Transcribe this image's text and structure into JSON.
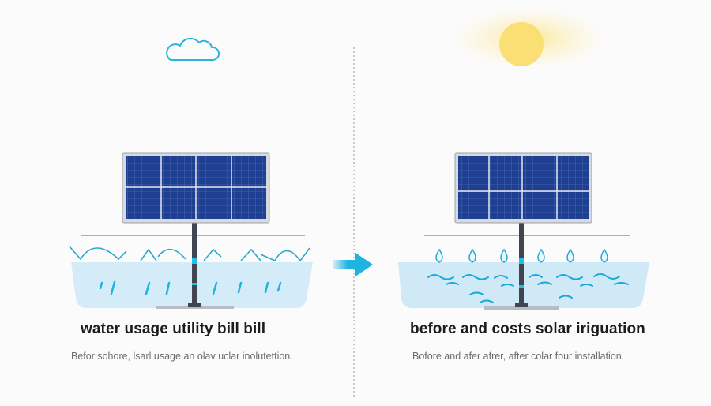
{
  "left_panel": {
    "heading": "water usage utility bill  bill",
    "caption": "Befor sohore, lsarl usage an olav uclar inolutettion."
  },
  "right_panel": {
    "heading": "before and costs solar  iriguation",
    "caption": "Bofore and afer afrer, after colar four installation."
  },
  "colors": {
    "water": "#d3ecf8",
    "accent": "#1fb4e0",
    "panel": "#1e3f8f",
    "sun": "#f9e07a"
  }
}
